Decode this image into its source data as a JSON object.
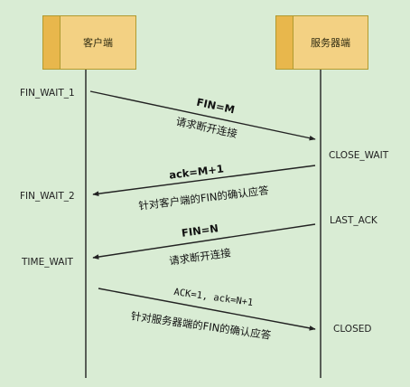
{
  "participants": {
    "client": "客户端",
    "server": "服务器端"
  },
  "client_states": [
    "FIN_WAIT_1",
    "FIN_WAIT_2",
    "TIME_WAIT"
  ],
  "server_states": [
    "CLOSE_WAIT",
    "LAST_ACK",
    "CLOSED"
  ],
  "messages": [
    {
      "label": "FIN=M",
      "description": "请求断开连接"
    },
    {
      "label": "ack=M+1",
      "description": "针对客户端的FIN的确认应答"
    },
    {
      "label": "FIN=N",
      "description": "请求断开连接"
    },
    {
      "label": "ACK=1, ack=N+1",
      "description": "针对服务器端的FIN的确认应答"
    }
  ],
  "colors": {
    "background": "#d9ecd4",
    "box_fill": "#f3d183",
    "box_stripe": "#e8b74c",
    "line": "#222222"
  }
}
